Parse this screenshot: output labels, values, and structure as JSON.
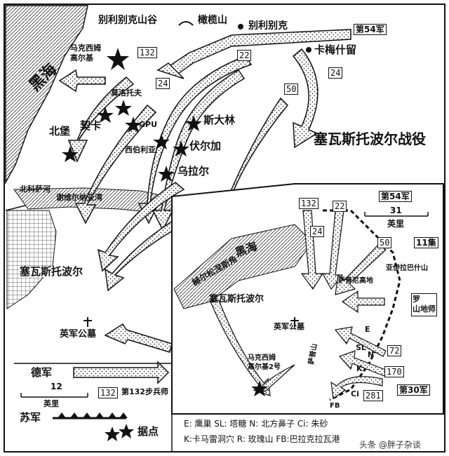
{
  "title": "塞瓦斯托波尔战役",
  "main_map": {
    "sea": "黑海",
    "places": {
      "belbek_valley": "别利别克山谷",
      "olive_mtn": "橄榄山",
      "belbek": "别利别克",
      "kamyshly": "卡梅什留",
      "maxim_gorky1": "马克西姆\n高尔基",
      "molotov": "莫洛托夫",
      "north_fort": "北堡",
      "chka": "契卡",
      "gpu": "GPU",
      "stalin": "斯大林",
      "siberia": "西伯利亚",
      "volga": "伏尔加",
      "ural": "乌拉尔",
      "north_cosa": "北科萨河",
      "severnaya_bay": "谢维尔纳亚湾",
      "sevastopol": "塞瓦斯托波尔",
      "british_cemetery": "英军公墓"
    },
    "units": [
      "第54军",
      "132",
      "22",
      "24",
      "24",
      "50"
    ]
  },
  "inset_map": {
    "sea": "黑海",
    "cape": "赫尔松涅斯角",
    "scale_value": "31",
    "scale_unit": "英里",
    "places": {
      "sevastopol": "塞瓦斯托波尔",
      "sapun_heights": "萨普尼高地",
      "yaila": "亚伊拉巴什山",
      "romania_unit": "罗\n山地师",
      "british_cemetery": "英军公墓",
      "sapun": "萨普山",
      "maxim_gorky2": "马克西姆\n高尔基2号",
      "e": "E",
      "sl": "SL",
      "n": "N",
      "k": "K",
      "ci": "Ci",
      "fb": "FB"
    },
    "units": [
      "第54军",
      "132",
      "22",
      "24",
      "50",
      "11集",
      "72",
      "170",
      "281",
      "第30军"
    ]
  },
  "legend": {
    "german": "德军",
    "scale_value": "12",
    "scale_unit": "英里",
    "div_132": "132",
    "div_132_label": "第132步兵师",
    "soviet": "苏军",
    "stronghold": "据点"
  },
  "key": {
    "line1": "E: 鹰巢  SL: 塔糖  N: 北方鼻子  Ci: 朱砂",
    "line2": "K:卡马雷洞穴 R: 玫瑰山 FB:巴拉克拉瓦港"
  },
  "watermark": "头条 @胖子杂谈"
}
